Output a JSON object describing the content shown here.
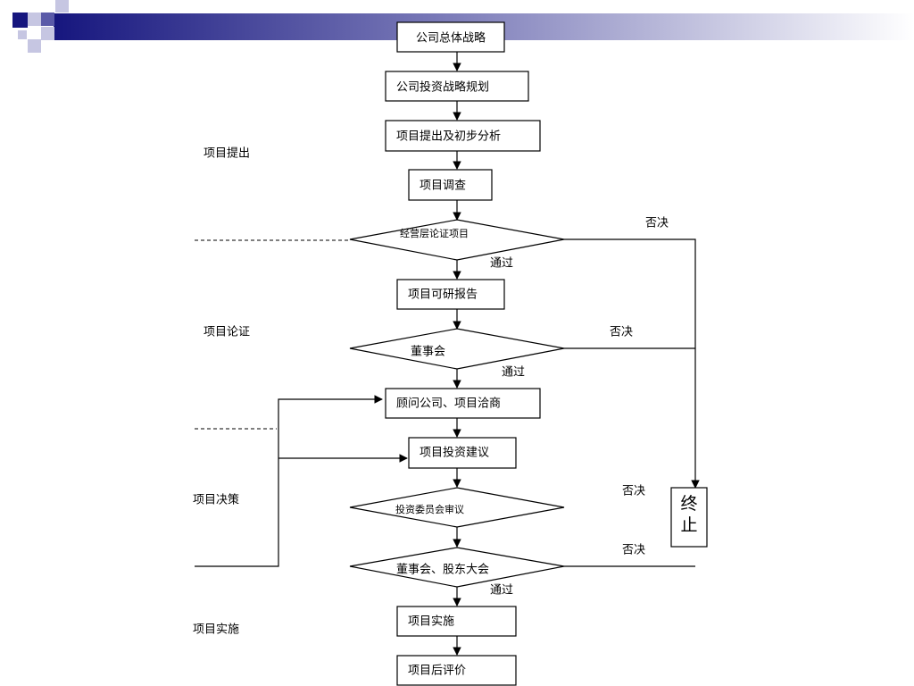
{
  "nodes": {
    "strategy": "公司总体战略",
    "investment_plan": "公司投资战略规划",
    "proposal": "项目提出及初步分析",
    "survey": "项目调查",
    "mgmt_review": "经营层论证项目",
    "feasibility": "项目可研报告",
    "board": "董事会",
    "consult": "顾问公司、项目洽商",
    "invest_advice": "项目投资建议",
    "committee": "投资委员会审议",
    "board_shareholders": "董事会、股东大会",
    "implement": "项目实施",
    "post_eval": "项目后评价",
    "terminate_1": "终",
    "terminate_2": "止"
  },
  "edge_labels": {
    "pass_1": "通过",
    "pass_2": "通过",
    "pass_3": "通过",
    "reject_1": "否决",
    "reject_2": "否决",
    "reject_3": "否决",
    "reject_4": "否决"
  },
  "phases": {
    "propose": "项目提出",
    "argue": "项目论证",
    "decide": "项目决策",
    "implement": "项目实施"
  },
  "colors": {
    "banner_dark": "#16167e",
    "banner_mid": "#5a5aa8",
    "banner_light": "#c6c6e2"
  }
}
